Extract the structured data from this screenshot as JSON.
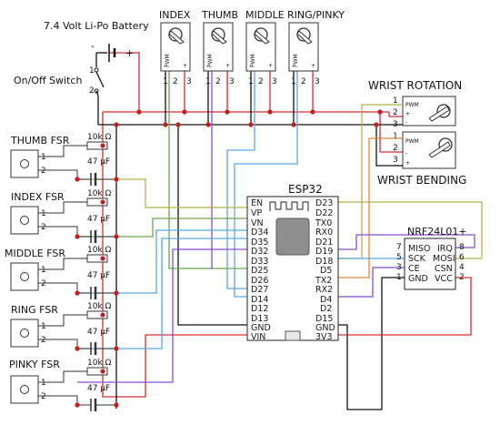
{
  "battery": {
    "label": "7.4 Volt Li-Po Battery",
    "plus": "+",
    "minus": "-"
  },
  "switch": {
    "label": "On/Off Switch",
    "pin1": "1",
    "pin2": "2"
  },
  "servos": {
    "index": "INDEX",
    "thumb": "THUMB",
    "middle": "MIDDLE",
    "ring": "RING/PINKY",
    "wrist_rotation": "WRIST ROTATION",
    "wrist_bending": "WRIST BENDING",
    "pwm": "PWM",
    "pin1": "1",
    "pin2": "2",
    "pin3": "3",
    "minus": "-",
    "plus": "+"
  },
  "fsr": {
    "thumb": "THUMB FSR",
    "index": "INDEX FSR",
    "middle": "MIDDLE FSR",
    "ring": "RING FSR",
    "pinky": "PINKY FSR",
    "pin1": "1",
    "pin2": "2",
    "resistor": "10k Ω",
    "capacitor": "47 µF"
  },
  "esp32": {
    "title": "ESP32",
    "left_pins": [
      "EN",
      "VP",
      "VN",
      "D34",
      "D35",
      "D32",
      "D33",
      "D25",
      "D26",
      "D27",
      "D14",
      "D12",
      "D13",
      "GND",
      "VIN"
    ],
    "right_pins": [
      "D23",
      "D22",
      "TX0",
      "RX0",
      "D21",
      "D19",
      "D18",
      "D5",
      "TX2",
      "RX2",
      "D4",
      "D2",
      "D15",
      "GND",
      "3V3"
    ]
  },
  "nrf": {
    "title": "NRF24L01+",
    "left_pins": [
      "MISO",
      "SCK",
      "CE",
      "GND"
    ],
    "right_pins": [
      "IRQ",
      "MOSI",
      "CSN",
      "VCC"
    ],
    "left_nums": [
      "7",
      "5",
      "3",
      "1"
    ],
    "right_nums": [
      "8",
      "6",
      "4",
      "2"
    ]
  },
  "colors": {
    "red_wire": "#d03030",
    "black_wire": "#111111",
    "blue_wire": "#5aa8e0",
    "purple_wire": "#8a4fd0",
    "olive_wire": "#b8b04a",
    "green_wire": "#6aa84f",
    "orange_wire": "#e0893a",
    "component_outline": "#333333",
    "node_dot": "#c02020"
  }
}
